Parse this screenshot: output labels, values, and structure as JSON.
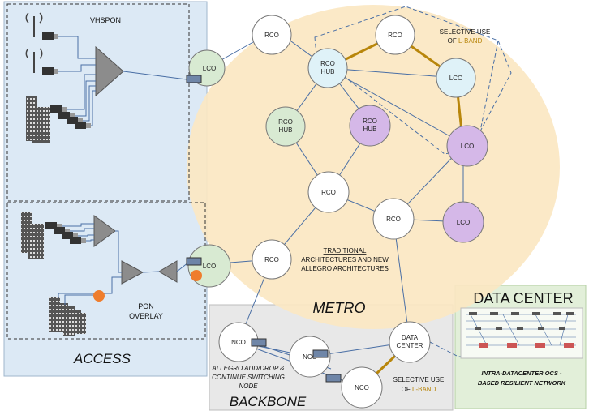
{
  "regions": {
    "access": "ACCESS",
    "metro": "METRO",
    "backbone": "BACKBONE",
    "data_center": "DATA CENTER"
  },
  "labels": {
    "vhspon": "VHSPON",
    "pon_overlay_1": "PON",
    "pon_overlay_2": "OVERLAY",
    "selective_top_1": "SELECTIVE USE",
    "selective_top_2a": "OF ",
    "selective_top_2b": "L-BAND",
    "selective_bottom_1": "SELECTIVE USE",
    "selective_bottom_2a": "OF ",
    "selective_bottom_2b": "L-BAND",
    "traditional_1": "TRADITIONAL",
    "traditional_2": "ARCHITECTURES AND NEW",
    "traditional_3": "ALLEGRO  ARCHITECTURES",
    "allegro_1": "ALLEGRO ADD/DROP &",
    "allegro_2": "CONTINUE SWITCHING",
    "allegro_3": "NODE",
    "intra_dc_1": "INTRA-DATACENTER OCS -",
    "intra_dc_2": "BASED RESILIENT NETWORK"
  },
  "nodes": {
    "lco_access_top": "LCO",
    "lco_access_bottom": "LCO",
    "rco_top_left": "RCO",
    "rco_hub_top": [
      "RCO",
      "HUB"
    ],
    "rco_top_right": "RCO",
    "lco_cyan": "LCO",
    "lco_purple_right": "LCO",
    "rco_hub_green": [
      "RCO",
      "HUB"
    ],
    "rco_hub_purple": [
      "RCO",
      "HUB"
    ],
    "rco_center": "RCO",
    "rco_mid_right": "RCO",
    "lco_purple_bottom": "LCO",
    "rco_lower": "RCO",
    "nco_left": "NCO",
    "nco_mid": "NCO",
    "nco_bottom": "NCO",
    "data_center_node": [
      "DATA",
      "CENTER"
    ]
  },
  "colors": {
    "access_bg": "#dce9f5",
    "metro_bg": "#fbe7c2",
    "backbone_bg": "#e8e8e8",
    "dc_bg": "#e2efd9",
    "hub_green": "#d8ead2",
    "hub_purple": "#d5b8e8",
    "lco_cyan": "#dff2f8",
    "link": "#4a6fa5",
    "lband": "#b8860b",
    "onu_dot": "#ef7d2d"
  }
}
